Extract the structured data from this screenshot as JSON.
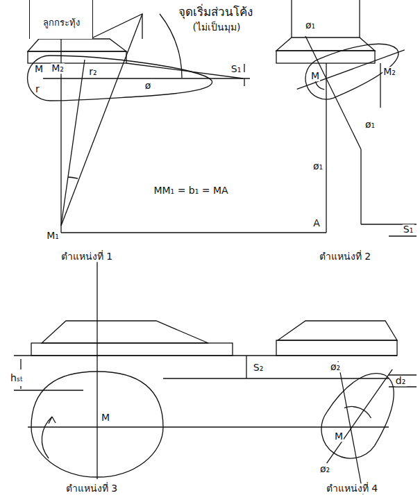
{
  "diagram": {
    "title": "จุดเริ่มส่วนโค้ง",
    "nodes": [
      {
        "text": [
          "ลูกกระทุ้ง"
        ]
      }
    ],
    "edges": [],
    "labels": [
      "(ไม่เป็นมุม)",
      "M",
      "M₂",
      "r₂",
      "r",
      "ø",
      "S₁",
      "ø₁",
      "M₂",
      "M",
      "ø₁",
      "ø₁",
      "MM₁ = b₁ = MA",
      "M₁",
      "A",
      "S₁",
      "ตำแหน่งที่ 1",
      "ตำแหน่งที่ 2",
      "hₛₜ",
      "S₂",
      "ø₂",
      "d₂",
      "M",
      "M",
      "ø₂",
      "ตำแหน่งที่ 3",
      "ตำแหน่งที่ 4"
    ]
  }
}
